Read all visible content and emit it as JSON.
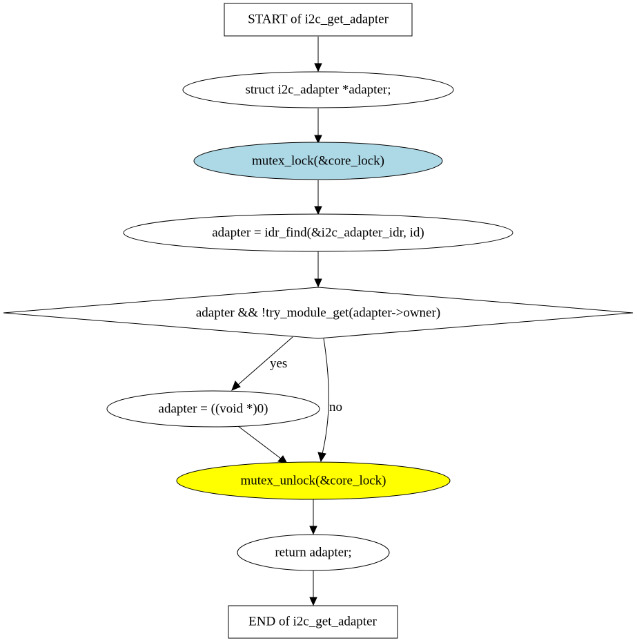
{
  "flowchart": {
    "colors": {
      "default_fill": "#ffffff",
      "lock_fill": "#add8e6",
      "unlock_fill": "#ffff00",
      "stroke": "#000000"
    },
    "nodes": {
      "start": {
        "label": "START of i2c_get_adapter",
        "shape": "box"
      },
      "declare": {
        "label": "struct i2c_adapter *adapter;",
        "shape": "ellipse"
      },
      "lock": {
        "label": "mutex_lock(&core_lock)",
        "shape": "ellipse"
      },
      "find": {
        "label": "adapter = idr_find(&i2c_adapter_idr, id)",
        "shape": "ellipse"
      },
      "decision": {
        "label": "adapter && !try_module_get(adapter->owner)",
        "shape": "diamond"
      },
      "set_null": {
        "label": "adapter = ((void *)0)",
        "shape": "ellipse"
      },
      "unlock": {
        "label": "mutex_unlock(&core_lock)",
        "shape": "ellipse"
      },
      "return": {
        "label": "return adapter;",
        "shape": "ellipse"
      },
      "end": {
        "label": "END of i2c_get_adapter",
        "shape": "box"
      }
    },
    "edges": {
      "yes": {
        "from": "decision",
        "to": "set_null",
        "label": "yes"
      },
      "no": {
        "from": "decision",
        "to": "unlock",
        "label": "no"
      }
    }
  }
}
